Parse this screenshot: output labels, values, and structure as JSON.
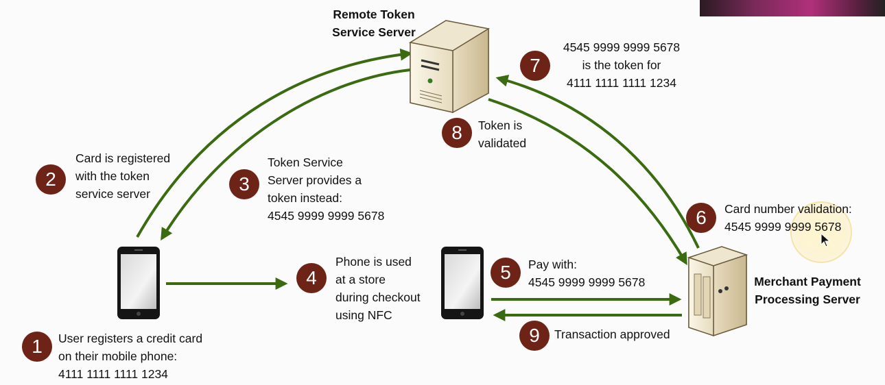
{
  "servers": {
    "remote": "Remote Token\nService Server",
    "merchant": "Merchant Payment\nProcessing Server"
  },
  "steps": [
    {
      "num": "1",
      "text": "User registers a credit card\non their mobile phone:\n4111 1111 1111 1234"
    },
    {
      "num": "2",
      "text": "Card is registered\nwith the token\nservice server"
    },
    {
      "num": "3",
      "text": "Token Service\nServer provides a\ntoken instead:\n4545 9999 9999 5678"
    },
    {
      "num": "4",
      "text": "Phone is used\nat a store\nduring checkout\nusing NFC"
    },
    {
      "num": "5",
      "text": "Pay with:\n4545 9999 9999 5678"
    },
    {
      "num": "6",
      "text": "Card number validation:\n4545 9999 9999 5678"
    },
    {
      "num": "7",
      "text": "4545 9999 9999 5678\nis the token for\n4111 1111 1111 1234"
    },
    {
      "num": "8",
      "text": "Token is\nvalidated"
    },
    {
      "num": "9",
      "text": "Transaction approved"
    }
  ],
  "colors": {
    "arrow": "#3a6b10",
    "step_circle": "#6e2317"
  }
}
